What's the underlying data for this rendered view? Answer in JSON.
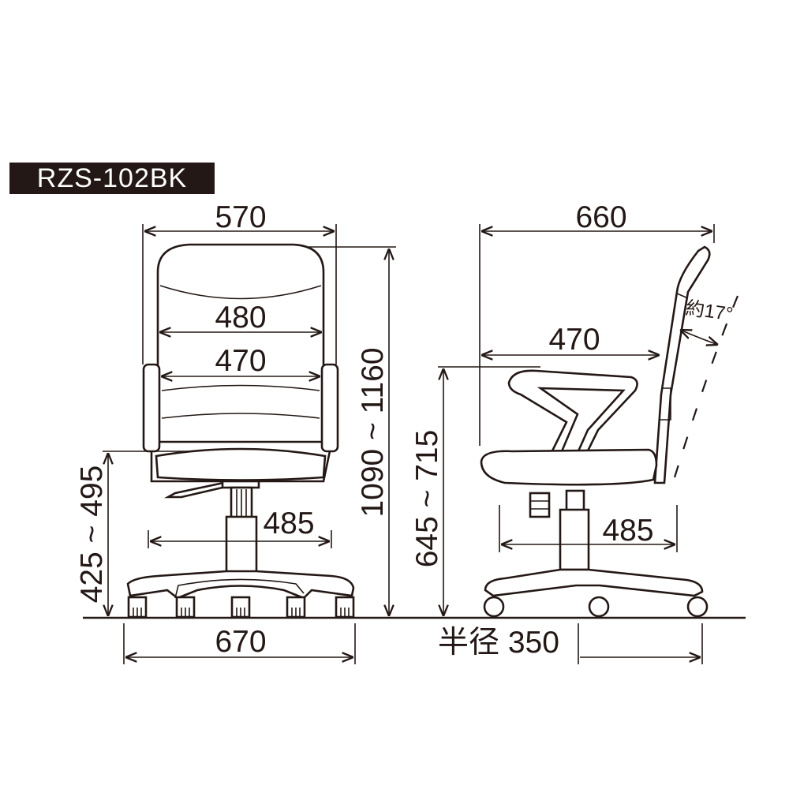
{
  "title": "RZS-102BK",
  "front_view": {
    "overall_width": "570",
    "back_width": "480",
    "seat_inner_width": "470",
    "seat_width": "485",
    "base_width": "670",
    "seat_height": "425 ~ 495",
    "overall_height": "1090 ~ 1160"
  },
  "side_view": {
    "overall_depth": "660",
    "seat_depth": "470",
    "arm_height": "645 ~ 715",
    "seat_depth_lower": "485",
    "base_radius": "半径 350",
    "recline_angle": "約17°"
  }
}
